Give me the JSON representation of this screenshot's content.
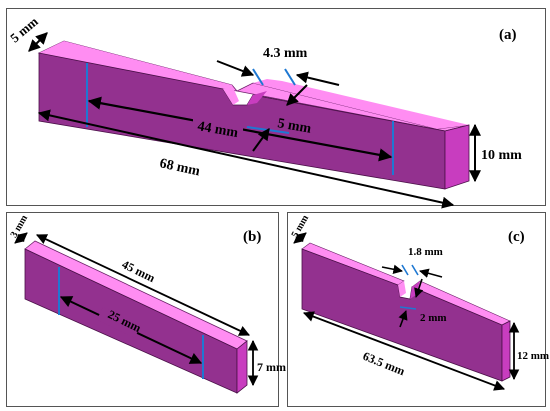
{
  "colors": {
    "face_top": "#ff8df2",
    "face_front": "#93318f",
    "face_end": "#c83dbf",
    "gauge_line": "#1e78d2",
    "arrow": "#000000"
  },
  "panel_a": {
    "label": "(a)",
    "thickness": "5 mm",
    "notch_width": "4.3 mm",
    "notch_depth": "5 mm",
    "gauge_length": "44 mm",
    "total_length": "68 mm",
    "height": "10 mm"
  },
  "panel_b": {
    "label": "(b)",
    "thickness": "3 mm",
    "total_length": "45 mm",
    "gauge_length": "25 mm",
    "height": "7 mm"
  },
  "panel_c": {
    "label": "(c)",
    "thickness": "5 mm",
    "notch_width": "1.8 mm",
    "notch_depth": "2 mm",
    "total_length": "63.5 mm",
    "height": "12 mm"
  }
}
